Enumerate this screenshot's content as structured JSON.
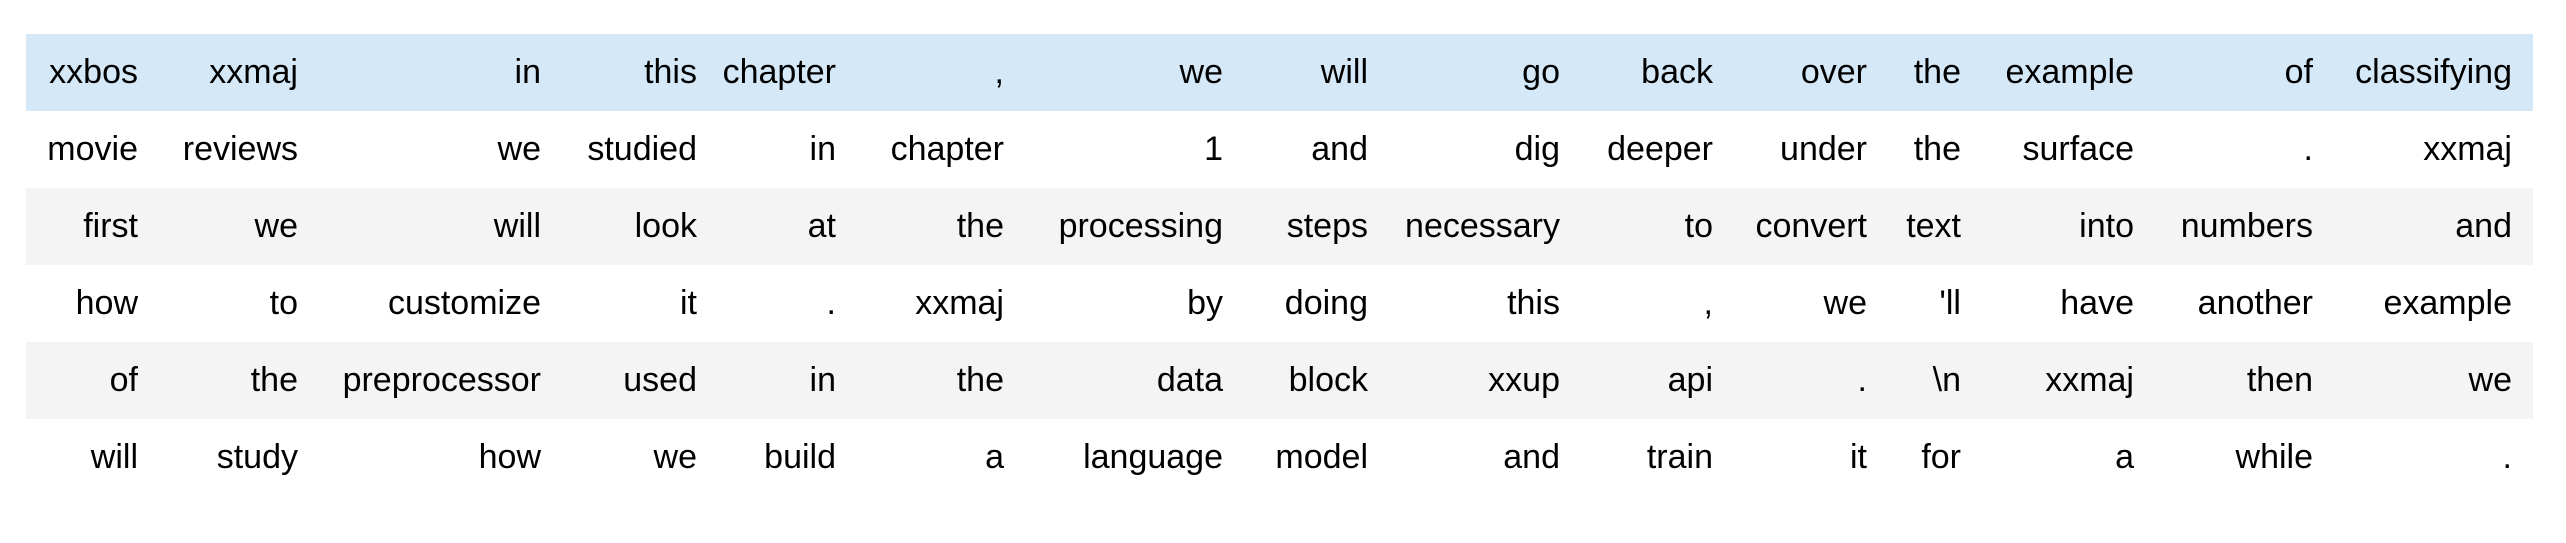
{
  "table": {
    "kind": "tokenized-text-table",
    "num_rows": 6,
    "num_columns": 15,
    "rows": [
      [
        "xxbos",
        "xxmaj",
        "in",
        "this",
        "chapter",
        ",",
        "we",
        "will",
        "go",
        "back",
        "over",
        "the",
        "example",
        "of",
        "classifying"
      ],
      [
        "movie",
        "reviews",
        "we",
        "studied",
        "in",
        "chapter",
        "1",
        "and",
        "dig",
        "deeper",
        "under",
        "the",
        "surface",
        ".",
        "xxmaj"
      ],
      [
        "first",
        "we",
        "will",
        "look",
        "at",
        "the",
        "processing",
        "steps",
        "necessary",
        "to",
        "convert",
        "text",
        "into",
        "numbers",
        "and"
      ],
      [
        "how",
        "to",
        "customize",
        "it",
        ".",
        "xxmaj",
        "by",
        "doing",
        "this",
        ",",
        "we",
        "'ll",
        "have",
        "another",
        "example"
      ],
      [
        "of",
        "the",
        "preprocessor",
        "used",
        "in",
        "the",
        "data",
        "block",
        "xxup",
        "api",
        ".",
        "\\n",
        "xxmaj",
        "then",
        "we"
      ],
      [
        "will",
        "study",
        "how",
        "we",
        "build",
        "a",
        "language",
        "model",
        "and",
        "train",
        "it",
        "for",
        "a",
        "while",
        "."
      ]
    ],
    "full_text": "xxbos xxmaj in this chapter , we will go back over the example of classifying movie reviews we studied in chapter 1 and dig deeper under the surface . xxmaj first we will look at the processing steps necessary to convert text into numbers and how to customize it . xxmaj by doing this , we 'll have another example of the preprocessor used in the data block xxup api . \\n xxmaj then we will study how we build a language model and train it for a while .",
    "colors": {
      "header_row_bg": "#d5e8f7",
      "stripe_row_bg": "#f4f4f4",
      "row_bg": "#ffffff",
      "text": "#000000",
      "page_bg": "#ffffff"
    }
  }
}
